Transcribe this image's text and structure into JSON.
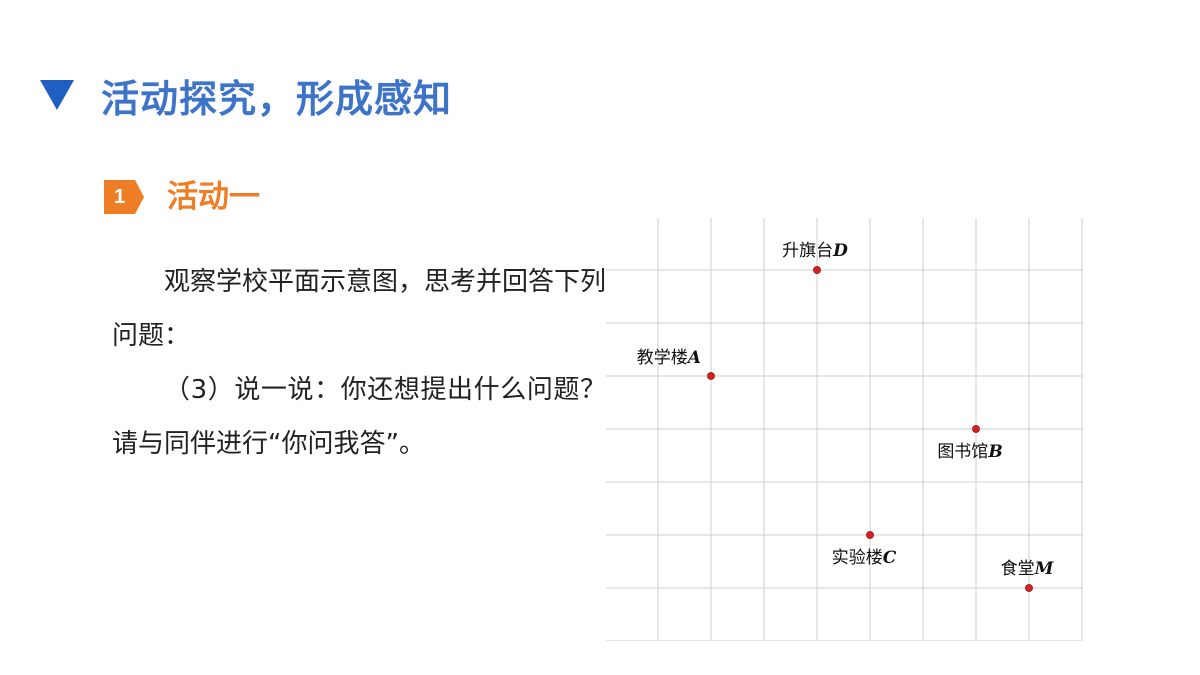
{
  "header": {
    "title": "活动探究，形成感知",
    "marker_color": "#1f5fc2",
    "title_color": "#3d74c9"
  },
  "step": {
    "number": "1",
    "title": "活动一",
    "color": "#ef7d25"
  },
  "content": {
    "paragraphs": [
      "观察学校平面示意图，思考并回答下列问题：",
      "（3）说一说：你还想提出什么问题？请与同伴进行“你问我答”。"
    ]
  },
  "map": {
    "grid": {
      "columns": 9,
      "rows": 8,
      "line_color": "#cfcfcf"
    },
    "point_color": "#d42020",
    "points": [
      {
        "name": "升旗台",
        "letter": "D",
        "col": 4,
        "row": 1,
        "label_side": "above"
      },
      {
        "name": "教学楼",
        "letter": "A",
        "col": 2,
        "row": 3,
        "label_side": "upper-left"
      },
      {
        "name": "图书馆",
        "letter": "B",
        "col": 7,
        "row": 4,
        "label_side": "below"
      },
      {
        "name": "实验楼",
        "letter": "C",
        "col": 5,
        "row": 6,
        "label_side": "below"
      },
      {
        "name": "食堂",
        "letter": "M",
        "col": 8,
        "row": 7,
        "label_side": "above"
      }
    ]
  }
}
